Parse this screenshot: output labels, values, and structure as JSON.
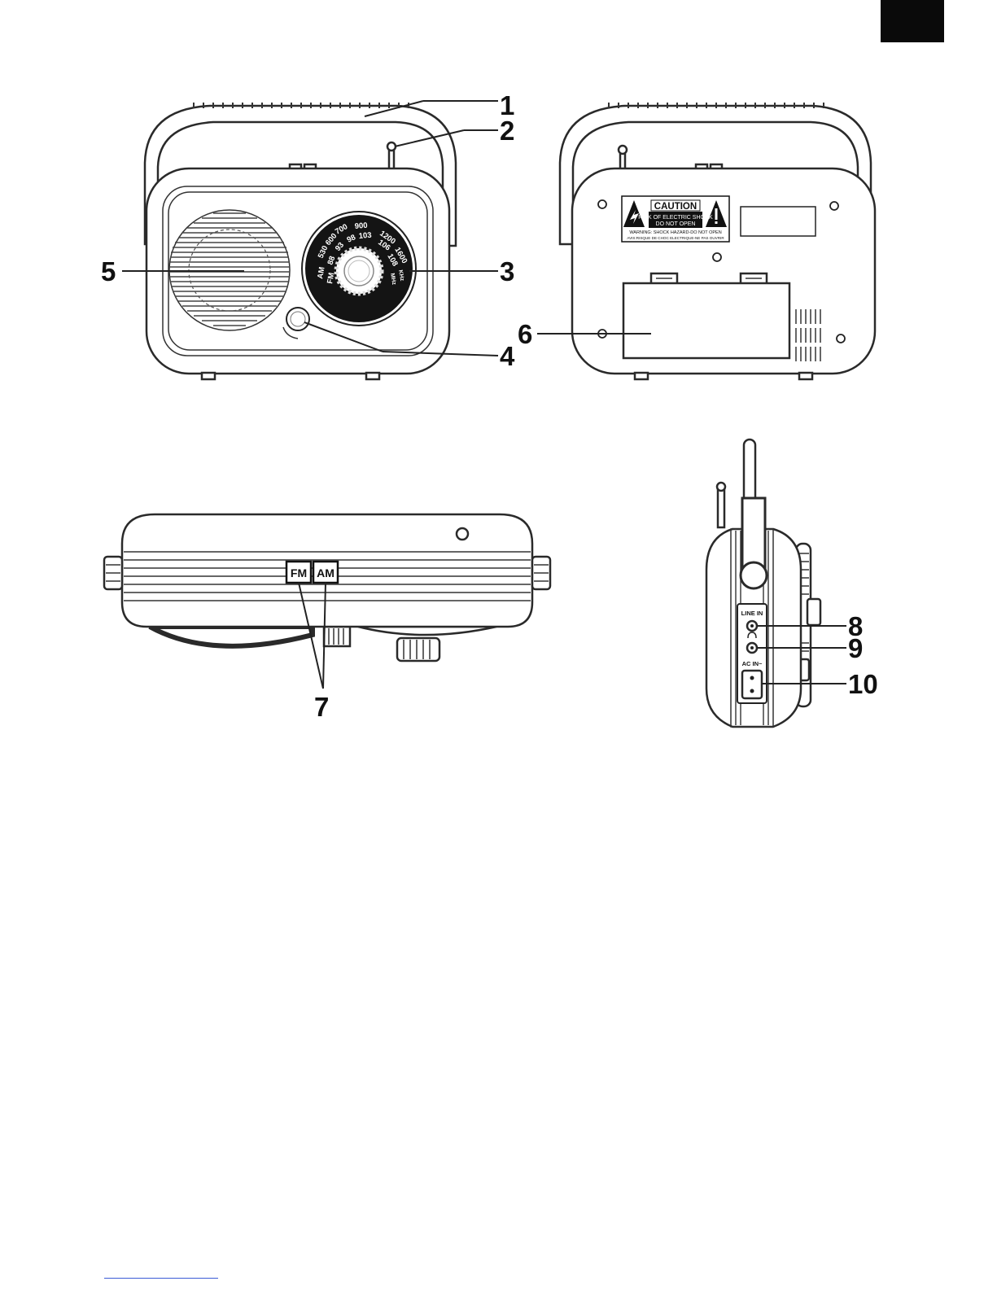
{
  "labels": {
    "n1": "1",
    "n2": "2",
    "n3": "3",
    "n4": "4",
    "n5": "5",
    "n6": "6",
    "n7": "7",
    "n8": "8",
    "n9": "9",
    "n10": "10"
  },
  "dial": {
    "am": "AM",
    "am530": "530",
    "am600": "600",
    "am700": "700",
    "am900": "900",
    "am1200": "1200",
    "am1600": "1600",
    "khz": "KHz",
    "fm": "FM",
    "fm88": "88",
    "fm93": "93",
    "fm98": "98",
    "fm103": "103",
    "fm106": "106",
    "fm108": "108",
    "mhz": "MHz"
  },
  "caution": {
    "title": "CAUTION",
    "line1": "RISK OF ELECTRIC SHOCK",
    "line2": "DO NOT OPEN",
    "line3": "WARNING: SHOCK HAZARD-DO NOT OPEN",
    "line4": "AVIS:RISQUE DE CHOC ELECTRIQUE-NE PAS OUVRIR"
  },
  "top_view": {
    "fm_button": "FM",
    "am_button": "AM"
  },
  "side_view": {
    "line_in": "LINE IN",
    "ac_in": "AC IN~"
  },
  "colors": {
    "ink": "#111111",
    "corner_tab": "#0a0a0a",
    "footer_link": "#3b5bd6"
  }
}
